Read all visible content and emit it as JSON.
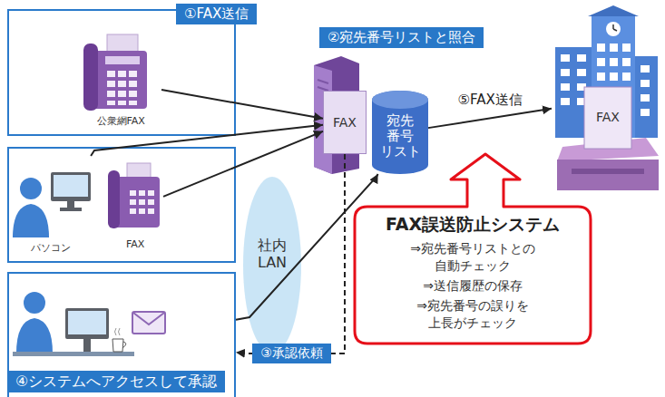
{
  "diagram": {
    "nodes": [
      {
        "text": [
          "①FAX送信"
        ]
      },
      {
        "text": [
          "公衆網FAX"
        ],
        "in": 0
      },
      {
        "text": []
      },
      {
        "text": [
          "パソコン"
        ],
        "in": 2
      },
      {
        "text": [
          "FAX"
        ],
        "in": 2
      },
      {
        "text": [
          "④システムへアクセスして承認"
        ]
      },
      {
        "text": [
          "②宛先番号リストと照合"
        ]
      },
      {
        "text": [
          "FAX"
        ],
        "in": 6
      },
      {
        "text": [
          "宛先 番号 リスト"
        ],
        "in": 6
      },
      {
        "text": [
          "社内 LAN"
        ]
      },
      {
        "text": [
          "FAX"
        ]
      },
      {
        "text": [
          "FAX誤送防止システム",
          "⇒宛先番号リストとの 自動チェック",
          "⇒送信履歴の保存",
          "⇒宛先番号の誤りを 上長がチェック"
        ]
      }
    ],
    "edges": [
      {
        "from": 1,
        "to": 7,
        "arrow": "to"
      },
      {
        "from": 3,
        "to": 7,
        "arrow": "to"
      },
      {
        "from": 4,
        "to": 7,
        "arrow": "to"
      },
      {
        "from": 7,
        "to": 5,
        "label": "③承認依頼",
        "arrow": "to"
      },
      {
        "from": 5,
        "to": 8,
        "arrow": "to"
      },
      {
        "from": 8,
        "to": 10,
        "label": "⑤FAX送信",
        "arrow": "to"
      }
    ]
  }
}
